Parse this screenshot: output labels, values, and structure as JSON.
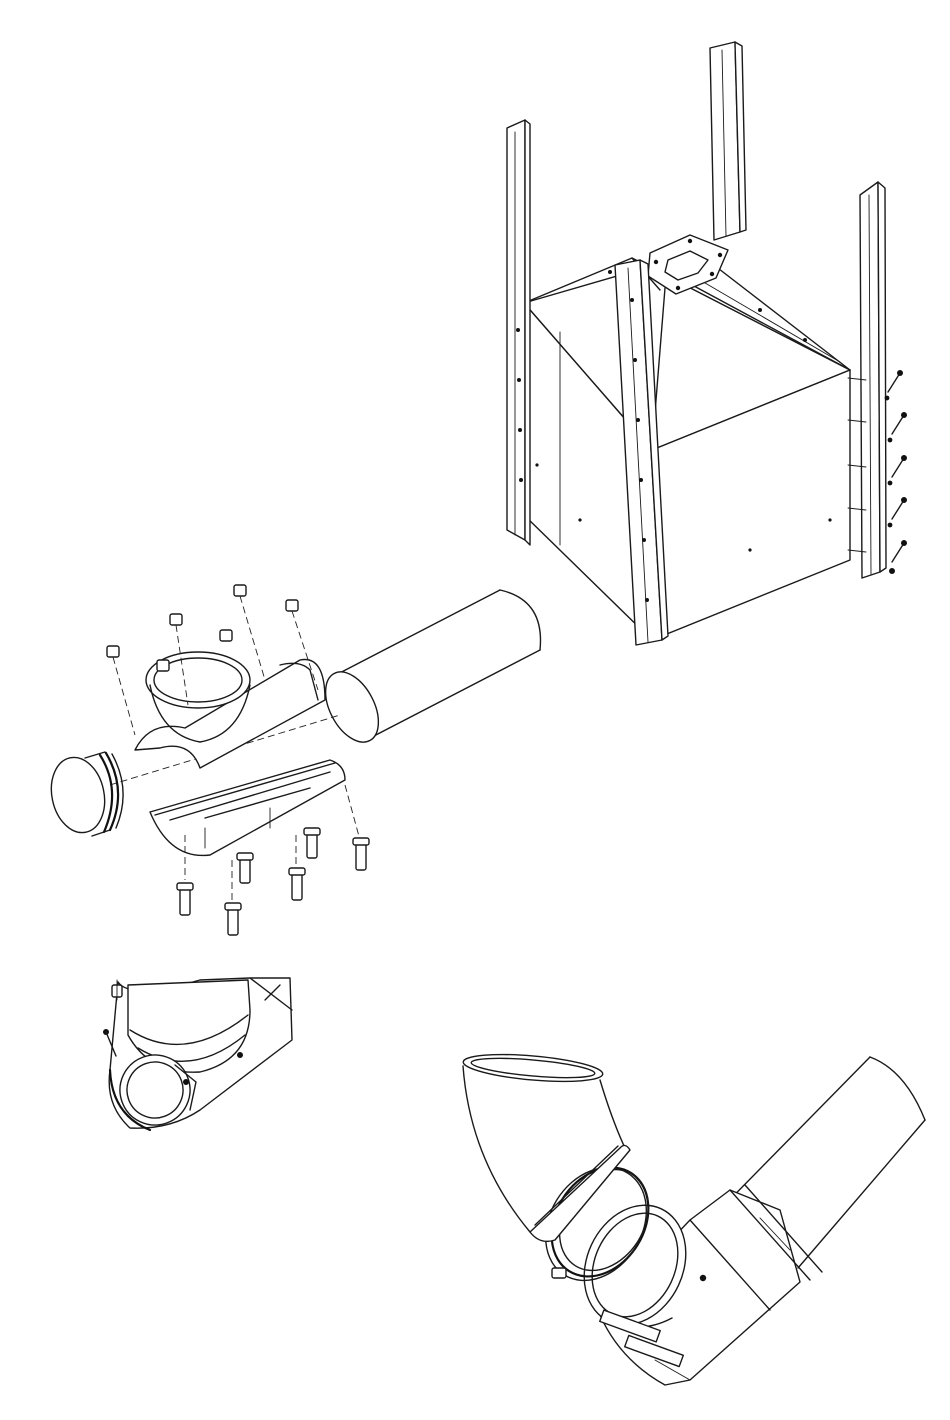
{
  "diagram": {
    "views": [
      {
        "id": "hopper-stand",
        "parts": [
          "stand-leg",
          "stand-leg",
          "stand-leg",
          "stand-leg",
          "hopper-box",
          "hopper-funnel",
          "outlet-flange",
          "bolt-row"
        ]
      },
      {
        "id": "saddle-tee-exploded",
        "parts": [
          "feed-tube",
          "end-cap",
          "upper-saddle",
          "lower-saddle",
          "hex-nut",
          "hex-bolt"
        ]
      },
      {
        "id": "saddle-tee-detail",
        "parts": [
          "saddle-housing",
          "outlet-collar",
          "end-cap"
        ]
      },
      {
        "id": "elbow-connection",
        "parts": [
          "elbow-pipe",
          "band-clamp",
          "saddle-tee",
          "main-tube"
        ]
      }
    ]
  }
}
